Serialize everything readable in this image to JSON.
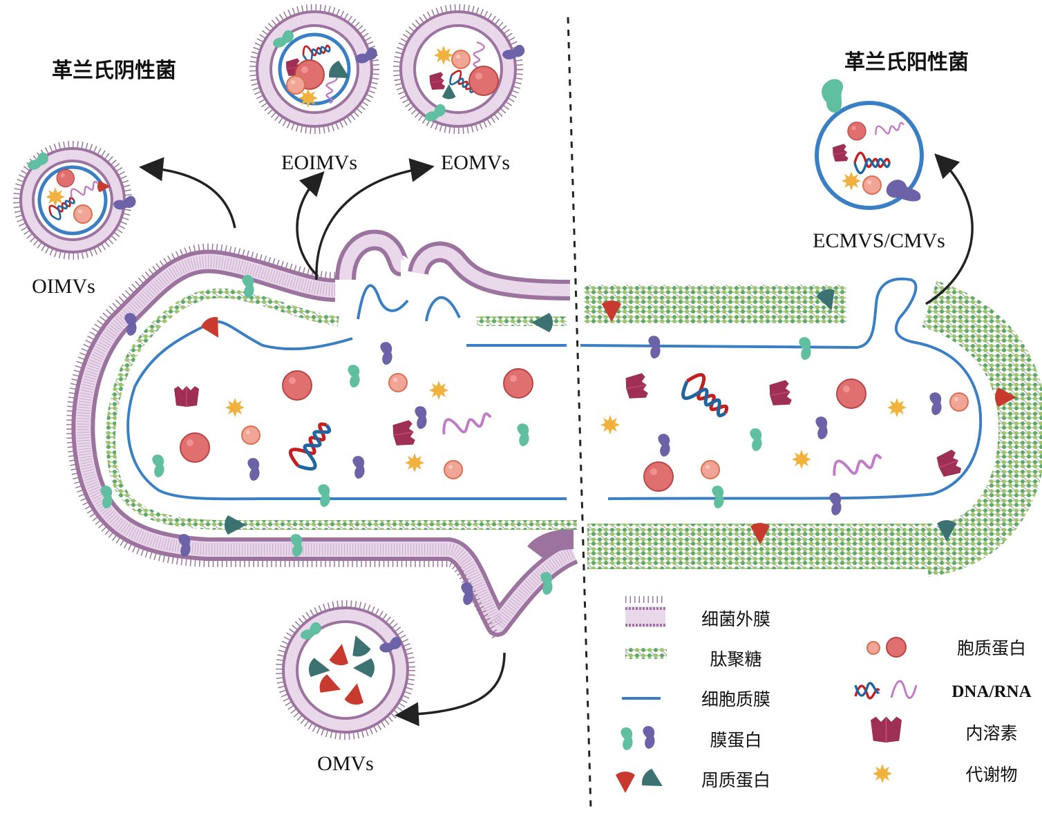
{
  "titles": {
    "gram_negative": "革兰氏阴性菌",
    "gram_positive": "革兰氏阳性菌"
  },
  "vesicles": {
    "oimvs": "OIMVs",
    "eoimvs": "EOIMVs",
    "eomvs": "EOMVs",
    "omvs": "OMVs",
    "ecmvs": "ECMVS/CMVs"
  },
  "legend": {
    "left": [
      {
        "icon": "outer-membrane-icon",
        "label": "细菌外膜"
      },
      {
        "icon": "peptidoglycan-icon",
        "label": "肽聚糖"
      },
      {
        "icon": "cytoplasmic-membrane-icon",
        "label": "细胞质膜"
      },
      {
        "icon": "membrane-protein-icon",
        "label": "膜蛋白"
      },
      {
        "icon": "periplasmic-protein-icon",
        "label": "周质蛋白"
      }
    ],
    "right": [
      {
        "icon": "cytoplasmic-protein-icon",
        "label": "胞质蛋白"
      },
      {
        "icon": "dna-rna-icon",
        "label": "DNA/RNA"
      },
      {
        "icon": "endolysin-icon",
        "label": "内溶素"
      },
      {
        "icon": "metabolite-icon",
        "label": "代谢物"
      }
    ]
  },
  "colors": {
    "membrane_purple": "#9b739e",
    "membrane_light": "#dcc6de",
    "peptidoglycan_light": "#9dc46a",
    "peptidoglycan_dark": "#5da86a",
    "cytoplasmic_membrane": "#3a7fc3",
    "protein_teal": "#5fbfa0",
    "protein_purple": "#6b62a8",
    "periplasmic_red": "#c83a2e",
    "periplasmic_teal": "#3c7272",
    "cytoplasmic_protein": "#e07070",
    "cytoplasmic_protein_small": "#f1a596",
    "dna_red": "#c41e1e",
    "dna_blue": "#1f66a0",
    "rna_purple": "#c07ac6",
    "endolysin": "#9e2f55",
    "metabolite": "#f0b23c",
    "arrow": "#222222"
  }
}
